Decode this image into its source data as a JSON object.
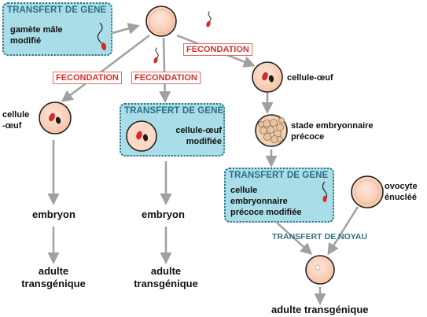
{
  "boxes": {
    "male_gamete": {
      "title": "TRANSFERT DE GENE",
      "line1": "gamète mâle",
      "line2": "modifié"
    },
    "modified_egg": {
      "title": "TRANSFERT DE GENE",
      "line1": "cellule-œuf",
      "line2": "modifiée"
    },
    "embryonic_cell": {
      "title": "TRANSFERT DE GENE",
      "line1": "cellule",
      "line2": "embryonnaire",
      "line3": "précoce modifiée"
    }
  },
  "tags": {
    "fecondation_left": "FECONDATION",
    "fecondation_mid": "FECONDATION",
    "fecondation_right": "FECONDATION"
  },
  "labels": {
    "cellule_oeuf_left_1": "cellule",
    "cellule_oeuf_left_2": "-œuf",
    "cellule_oeuf_right": "cellule-œuf",
    "stade_1": "stade embryonnaire",
    "stade_2": "précoce",
    "ovocyte_1": "ovocyte",
    "ovocyte_2": "énucléé",
    "embryon_left": "embryon",
    "embryon_mid": "embryon",
    "adulte_left_1": "adulte",
    "adulte_left_2": "transgénique",
    "adulte_mid_1": "adulte",
    "adulte_mid_2": "transgénique",
    "adulte_right": "adulte transgénique",
    "transfert_noyau": "TRANSFERT DE NOYAU"
  },
  "colors": {
    "box_fill": "#a9dde7",
    "box_border": "#2f6f86",
    "title_teal": "#2c6f86",
    "tag_red": "#d4312c",
    "arrow_gray": "#a0a0a0",
    "cell_fill": "#fbd9c5",
    "nucleus_red": "#d42a2a"
  }
}
